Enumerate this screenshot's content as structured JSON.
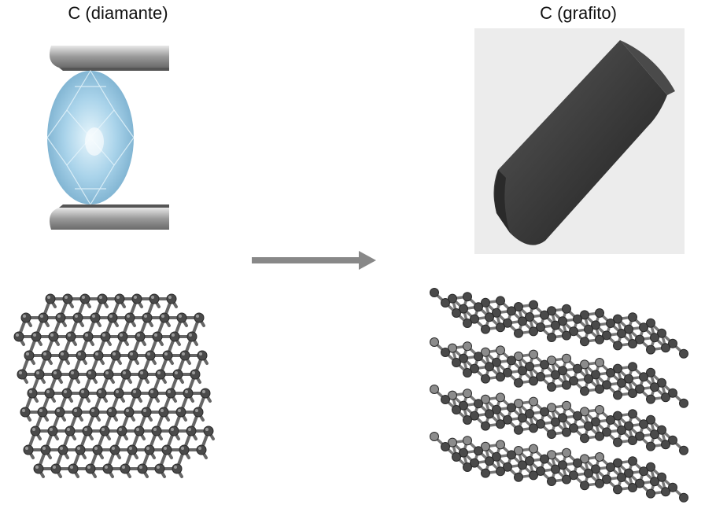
{
  "labels": {
    "diamond": "C (diamante)",
    "graphite": "C (grafito)"
  },
  "icons": {
    "arrow": "right-arrow",
    "diamond_photo": "diamond-gem-in-tweezers",
    "graphite_photo": "graphite-rod",
    "diamond_structure": "diamond-crystal-lattice",
    "graphite_structure": "graphite-layered-lattice"
  },
  "colors": {
    "arrow": "#888888",
    "atom": "#505050",
    "gem": "#a9d3ea",
    "graphite": "#3c3c3c"
  }
}
